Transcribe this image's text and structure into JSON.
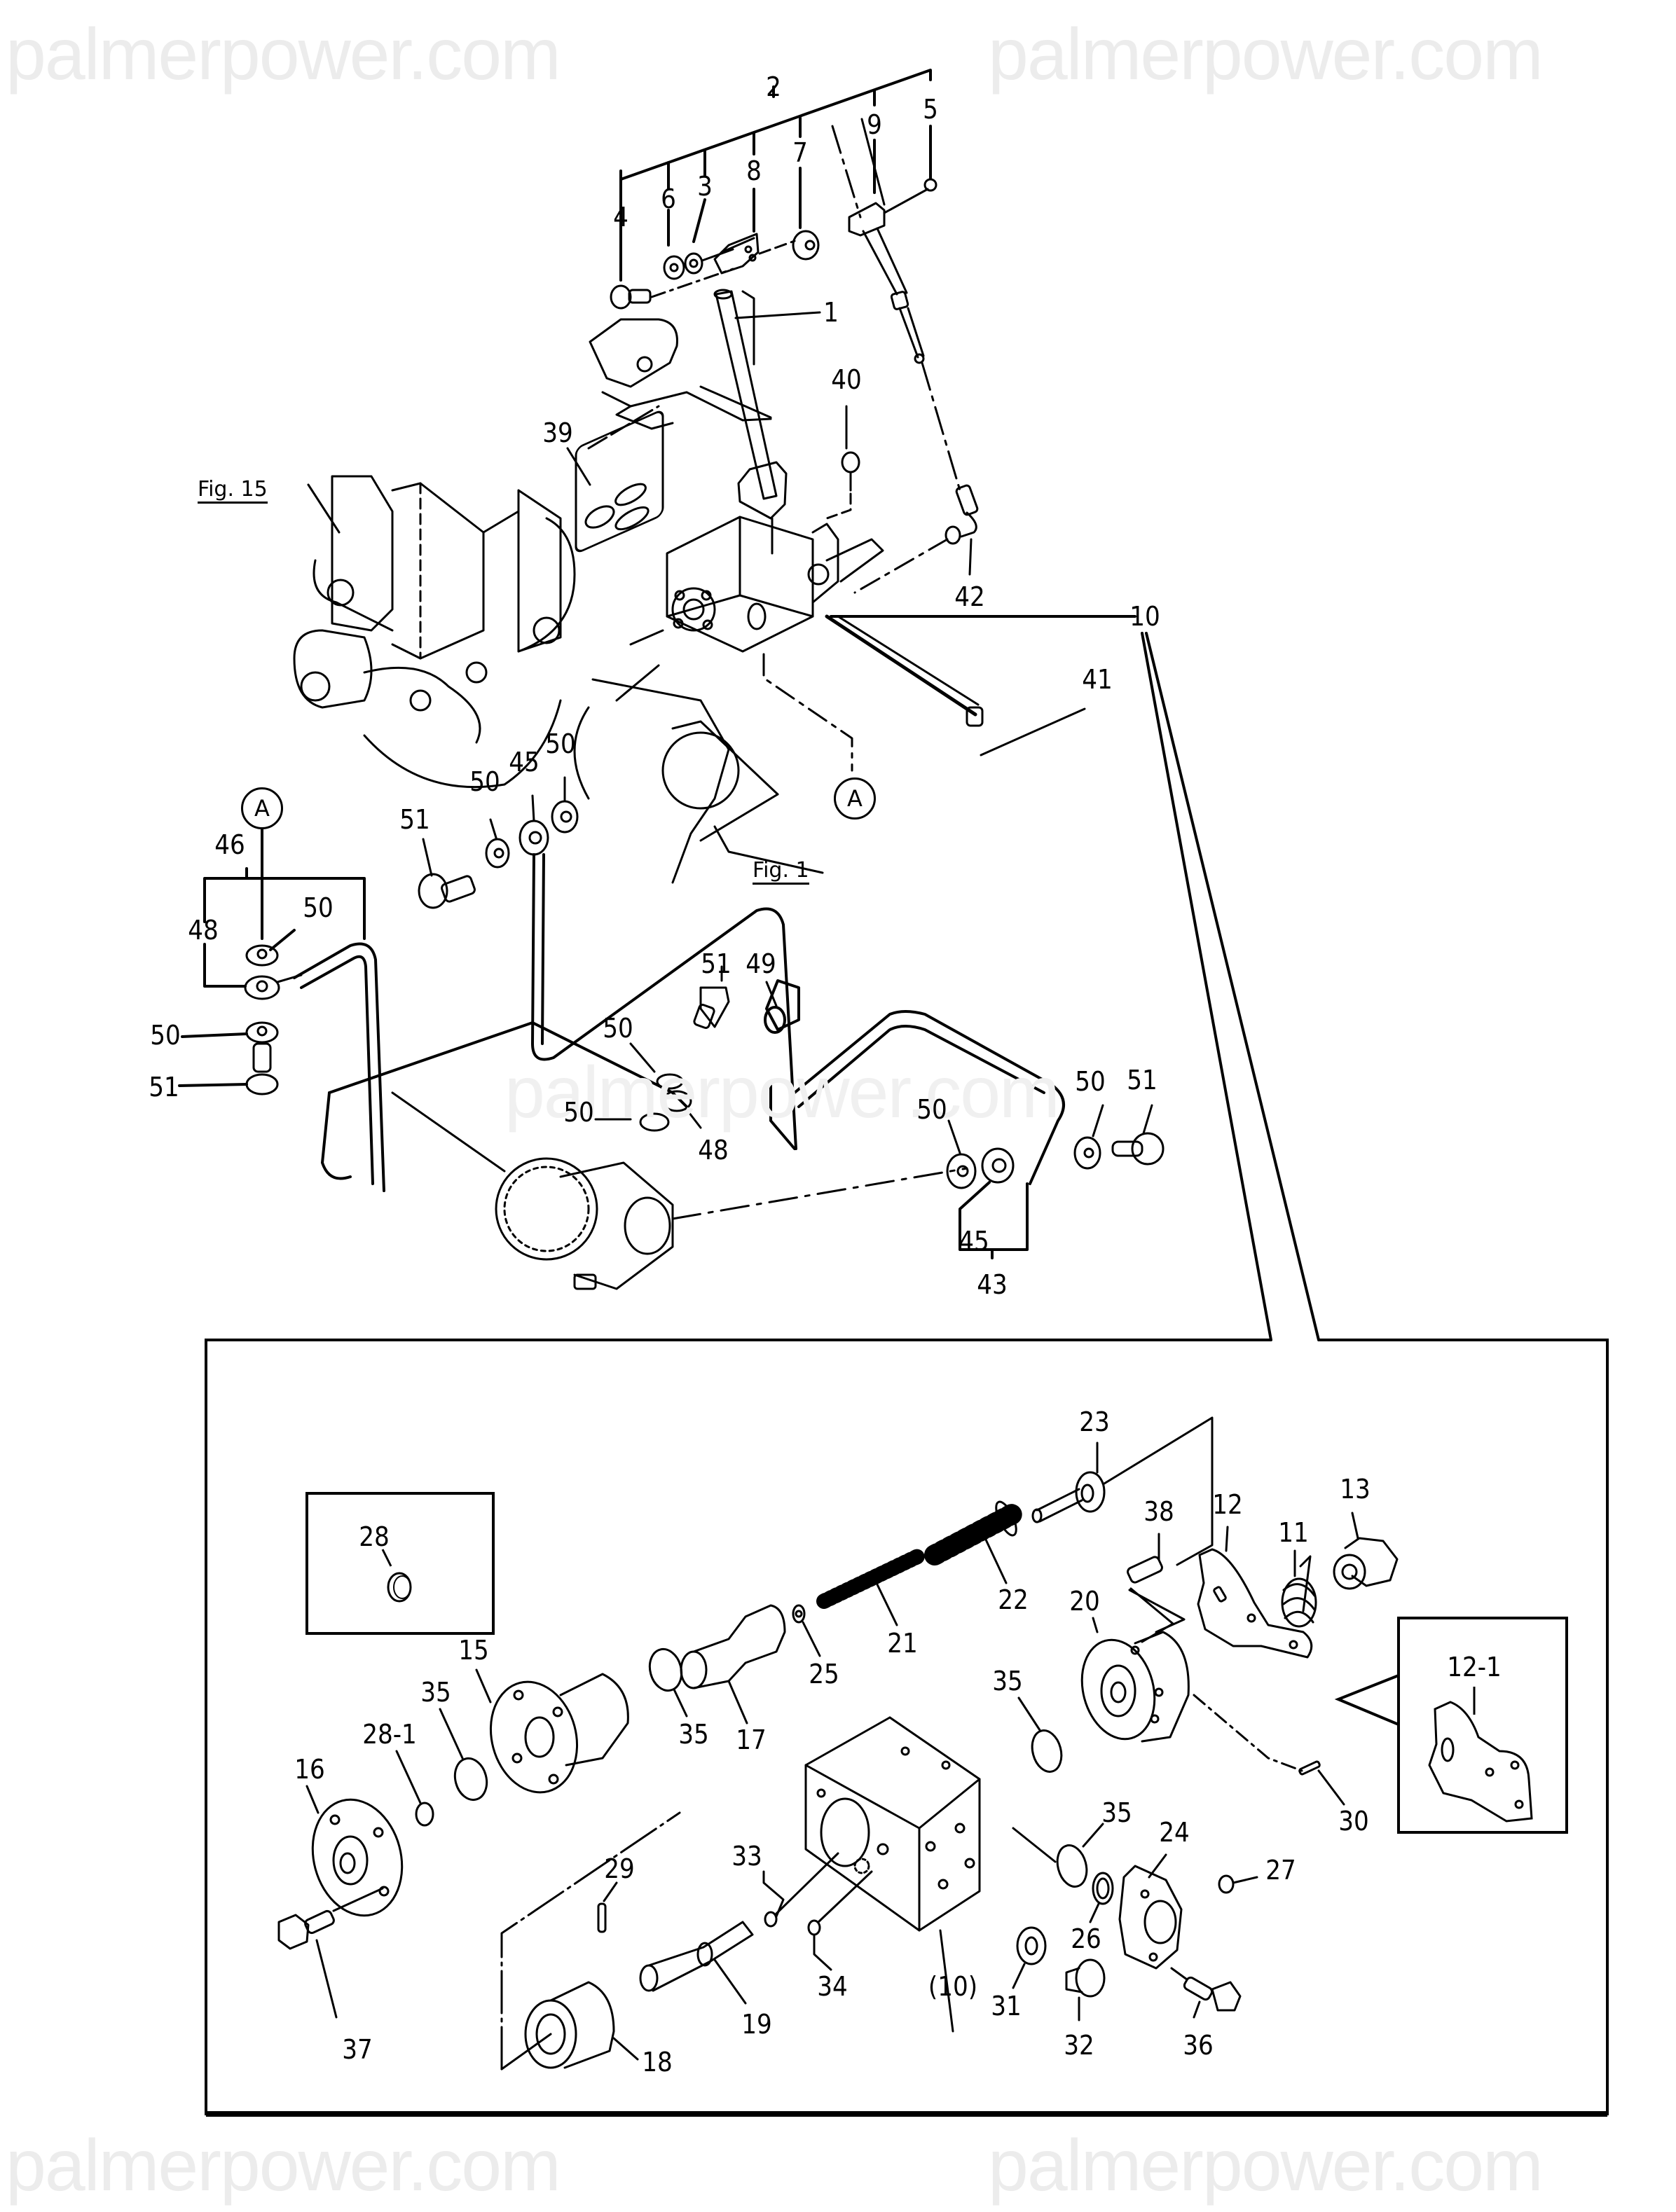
{
  "watermarks": [
    "palmerpower.com",
    "palmerpower.com",
    "palmerpower.com",
    "palmerpower.com",
    "palmerpower.com"
  ],
  "figure_refs": {
    "fig15": "Fig. 15",
    "fig1": "Fig. 1"
  },
  "circle_refs": [
    "A",
    "A"
  ],
  "upper_labels": [
    "2",
    "9",
    "5",
    "4",
    "6",
    "3",
    "8",
    "7",
    "1",
    "40",
    "39",
    "42",
    "10",
    "41",
    "50",
    "45",
    "50",
    "51",
    "50",
    "46",
    "48",
    "50",
    "51",
    "51",
    "49",
    "50",
    "50",
    "48",
    "50",
    "51",
    "50",
    "45",
    "43"
  ],
  "detail_labels": [
    "28",
    "23",
    "38",
    "13",
    "11",
    "12",
    "22",
    "21",
    "20",
    "35",
    "25",
    "17",
    "15",
    "35",
    "12-1",
    "16",
    "28-1",
    "35",
    "30",
    "33",
    "35",
    "24",
    "27",
    "29",
    "26",
    "34",
    "31",
    "19",
    "(10)",
    "37",
    "18",
    "32",
    "36"
  ]
}
